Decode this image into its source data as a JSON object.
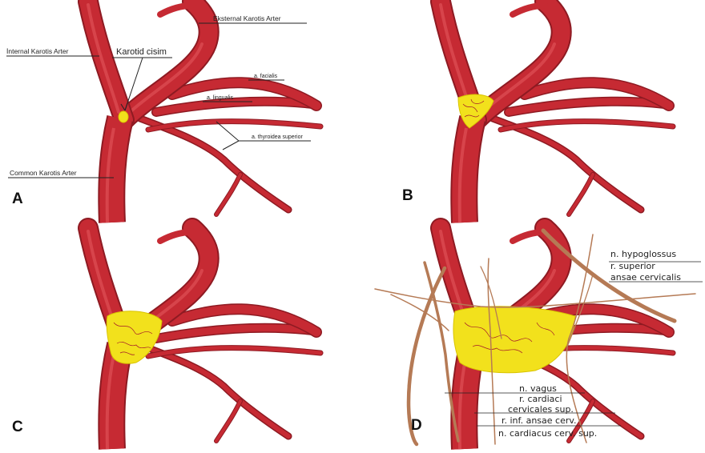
{
  "colors": {
    "artery": "#c62a33",
    "artery_dark": "#8e1a22",
    "artery_highlight": "#e2565c",
    "carotid_body": "#f2e11c",
    "carotid_body_edge": "#d9c400",
    "nerve": "#b57a55"
  },
  "panels": [
    {
      "letter": "A",
      "labels": {
        "internal": "İnternal Karotis Arter",
        "external": "Eksternal  Karotis Arter",
        "carotid_body": "Karotid cisim",
        "facialis": "a. facialis",
        "lingualis": "a. lingualis",
        "thyroidea": "a. thyroidea superior",
        "common": "Common Karotis Arter"
      }
    },
    {
      "letter": "B"
    },
    {
      "letter": "C"
    },
    {
      "letter": "D",
      "nerve_labels": [
        "n. hypoglossus",
        "r. superior",
        "ansae cervicalis",
        "n. vagus",
        "r. cardiaci",
        "cervicales sup.",
        "r. inf. ansae cerv.",
        "n. cardiacus cerv. sup."
      ]
    }
  ]
}
